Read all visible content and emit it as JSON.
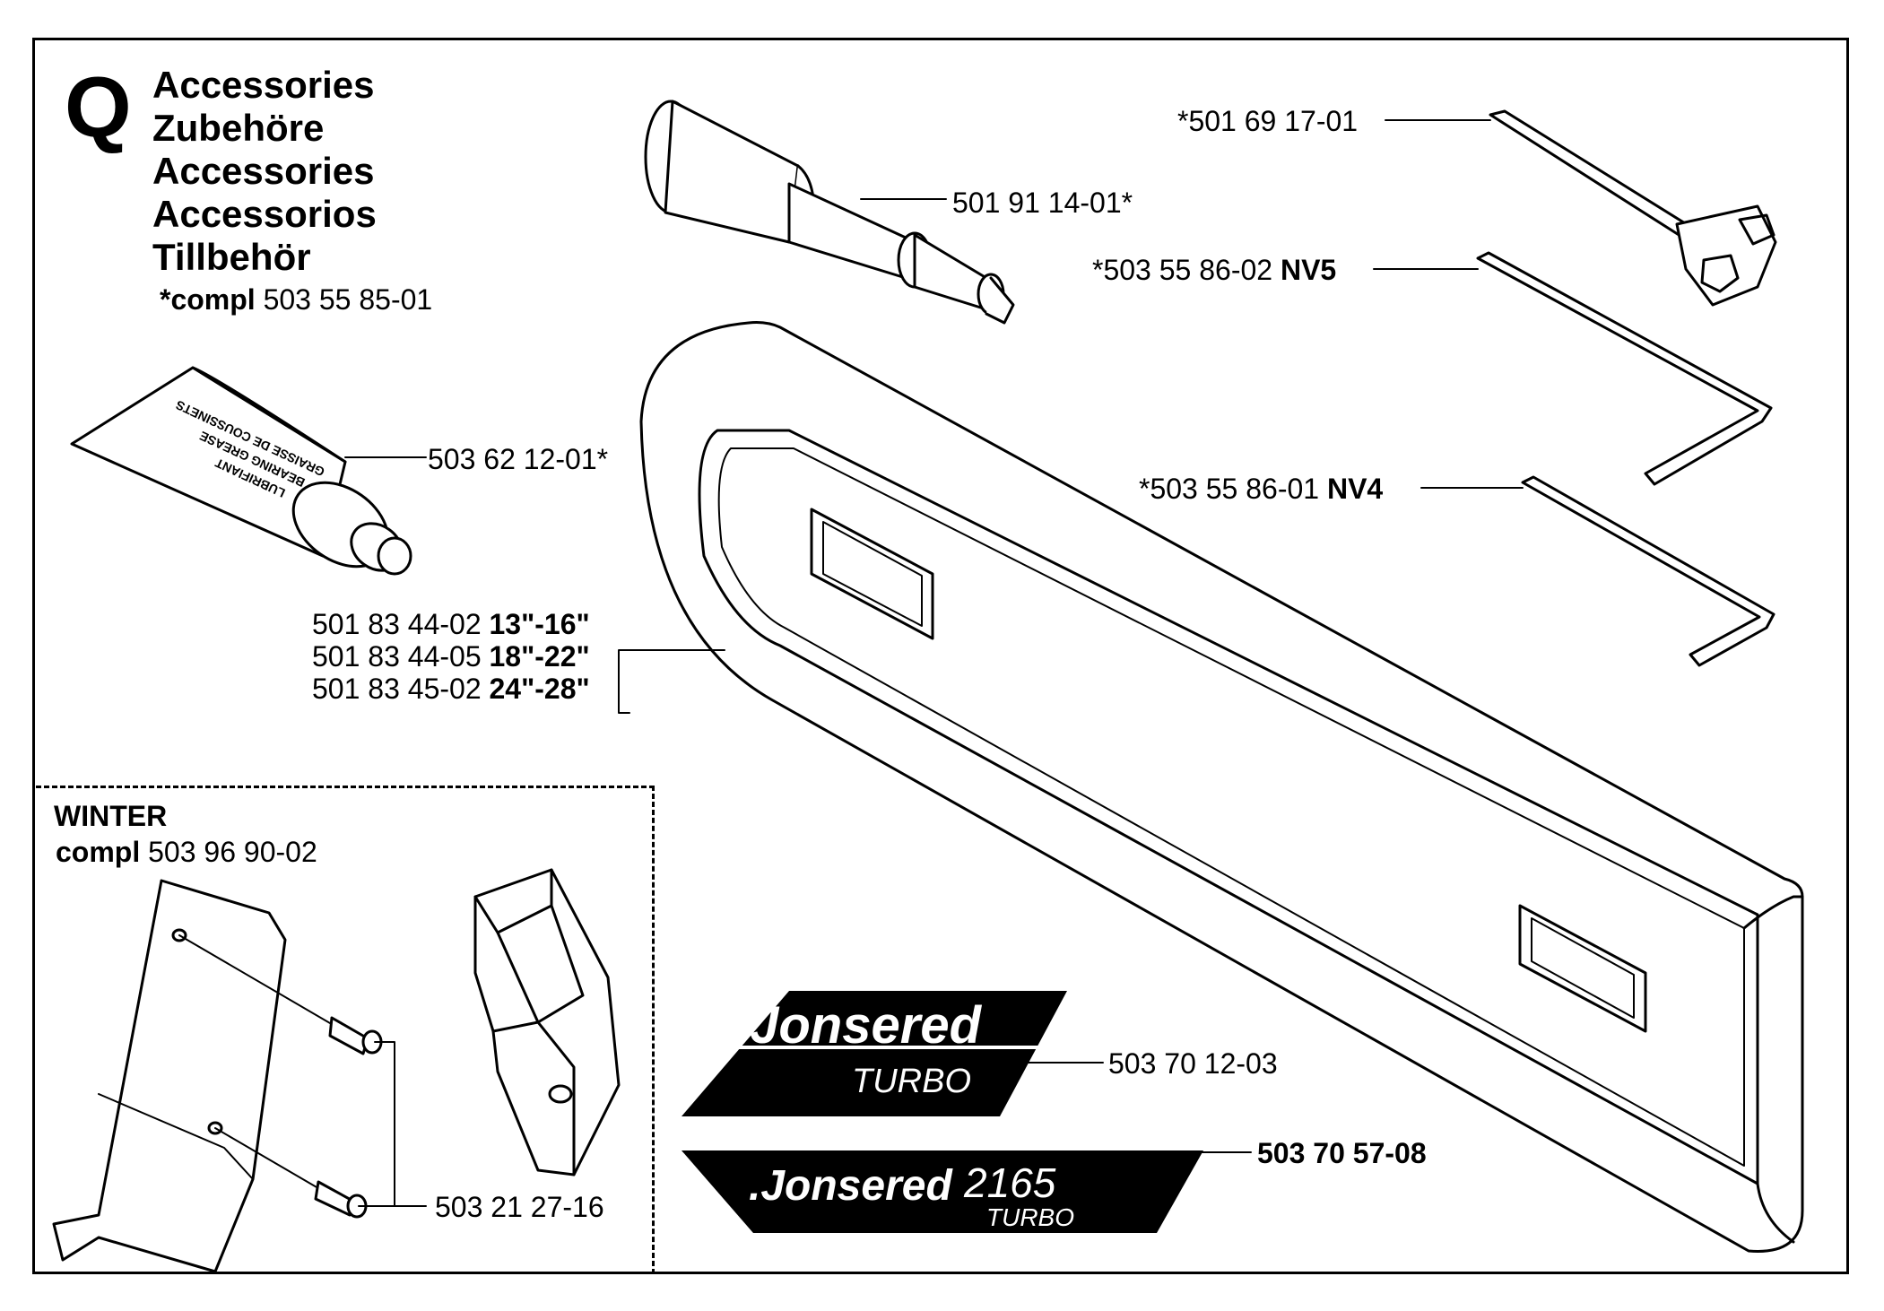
{
  "section": {
    "letter": "Q",
    "titles": [
      "Accessories",
      "Zubehöre",
      "Accessories",
      "Accessorios",
      "Tillbehör"
    ],
    "compl_prefix": "*compl",
    "compl_number": "503 55 85-01"
  },
  "parts": {
    "grease_gun": "501 91 14-01*",
    "screwdriver": "*501 69 17-01",
    "hex_key_nv5_num": "*503 55 86-02",
    "hex_key_nv5_size": "NV5",
    "hex_key_nv4_num": "*503 55 86-01",
    "hex_key_nv4_size": "NV4",
    "grease_tube": "503 62 12-01*",
    "guard_rows": [
      {
        "num": "501 83 44-02",
        "size": "13\"-16\""
      },
      {
        "num": "501 83 44-05",
        "size": "18\"-22\""
      },
      {
        "num": "501 83 45-02",
        "size": "24\"-28\""
      }
    ],
    "decal_turbo": "503 70 12-03",
    "decal_2165": "503 70 57-08",
    "screws": "503 21 27-16"
  },
  "winter": {
    "title": "WINTER",
    "compl_prefix": "compl",
    "compl_number": "503 96 90-02"
  },
  "decals": {
    "turbo_brand": ".Jonsered",
    "turbo_model": "TURBO",
    "d2165_brand": ".Jonsered",
    "d2165_number": "2165",
    "d2165_model": "TURBO"
  },
  "tube_print": [
    "LUBRIFIANT",
    "BEARING GREASE",
    "GRAISSE DE COUSSINETS"
  ]
}
